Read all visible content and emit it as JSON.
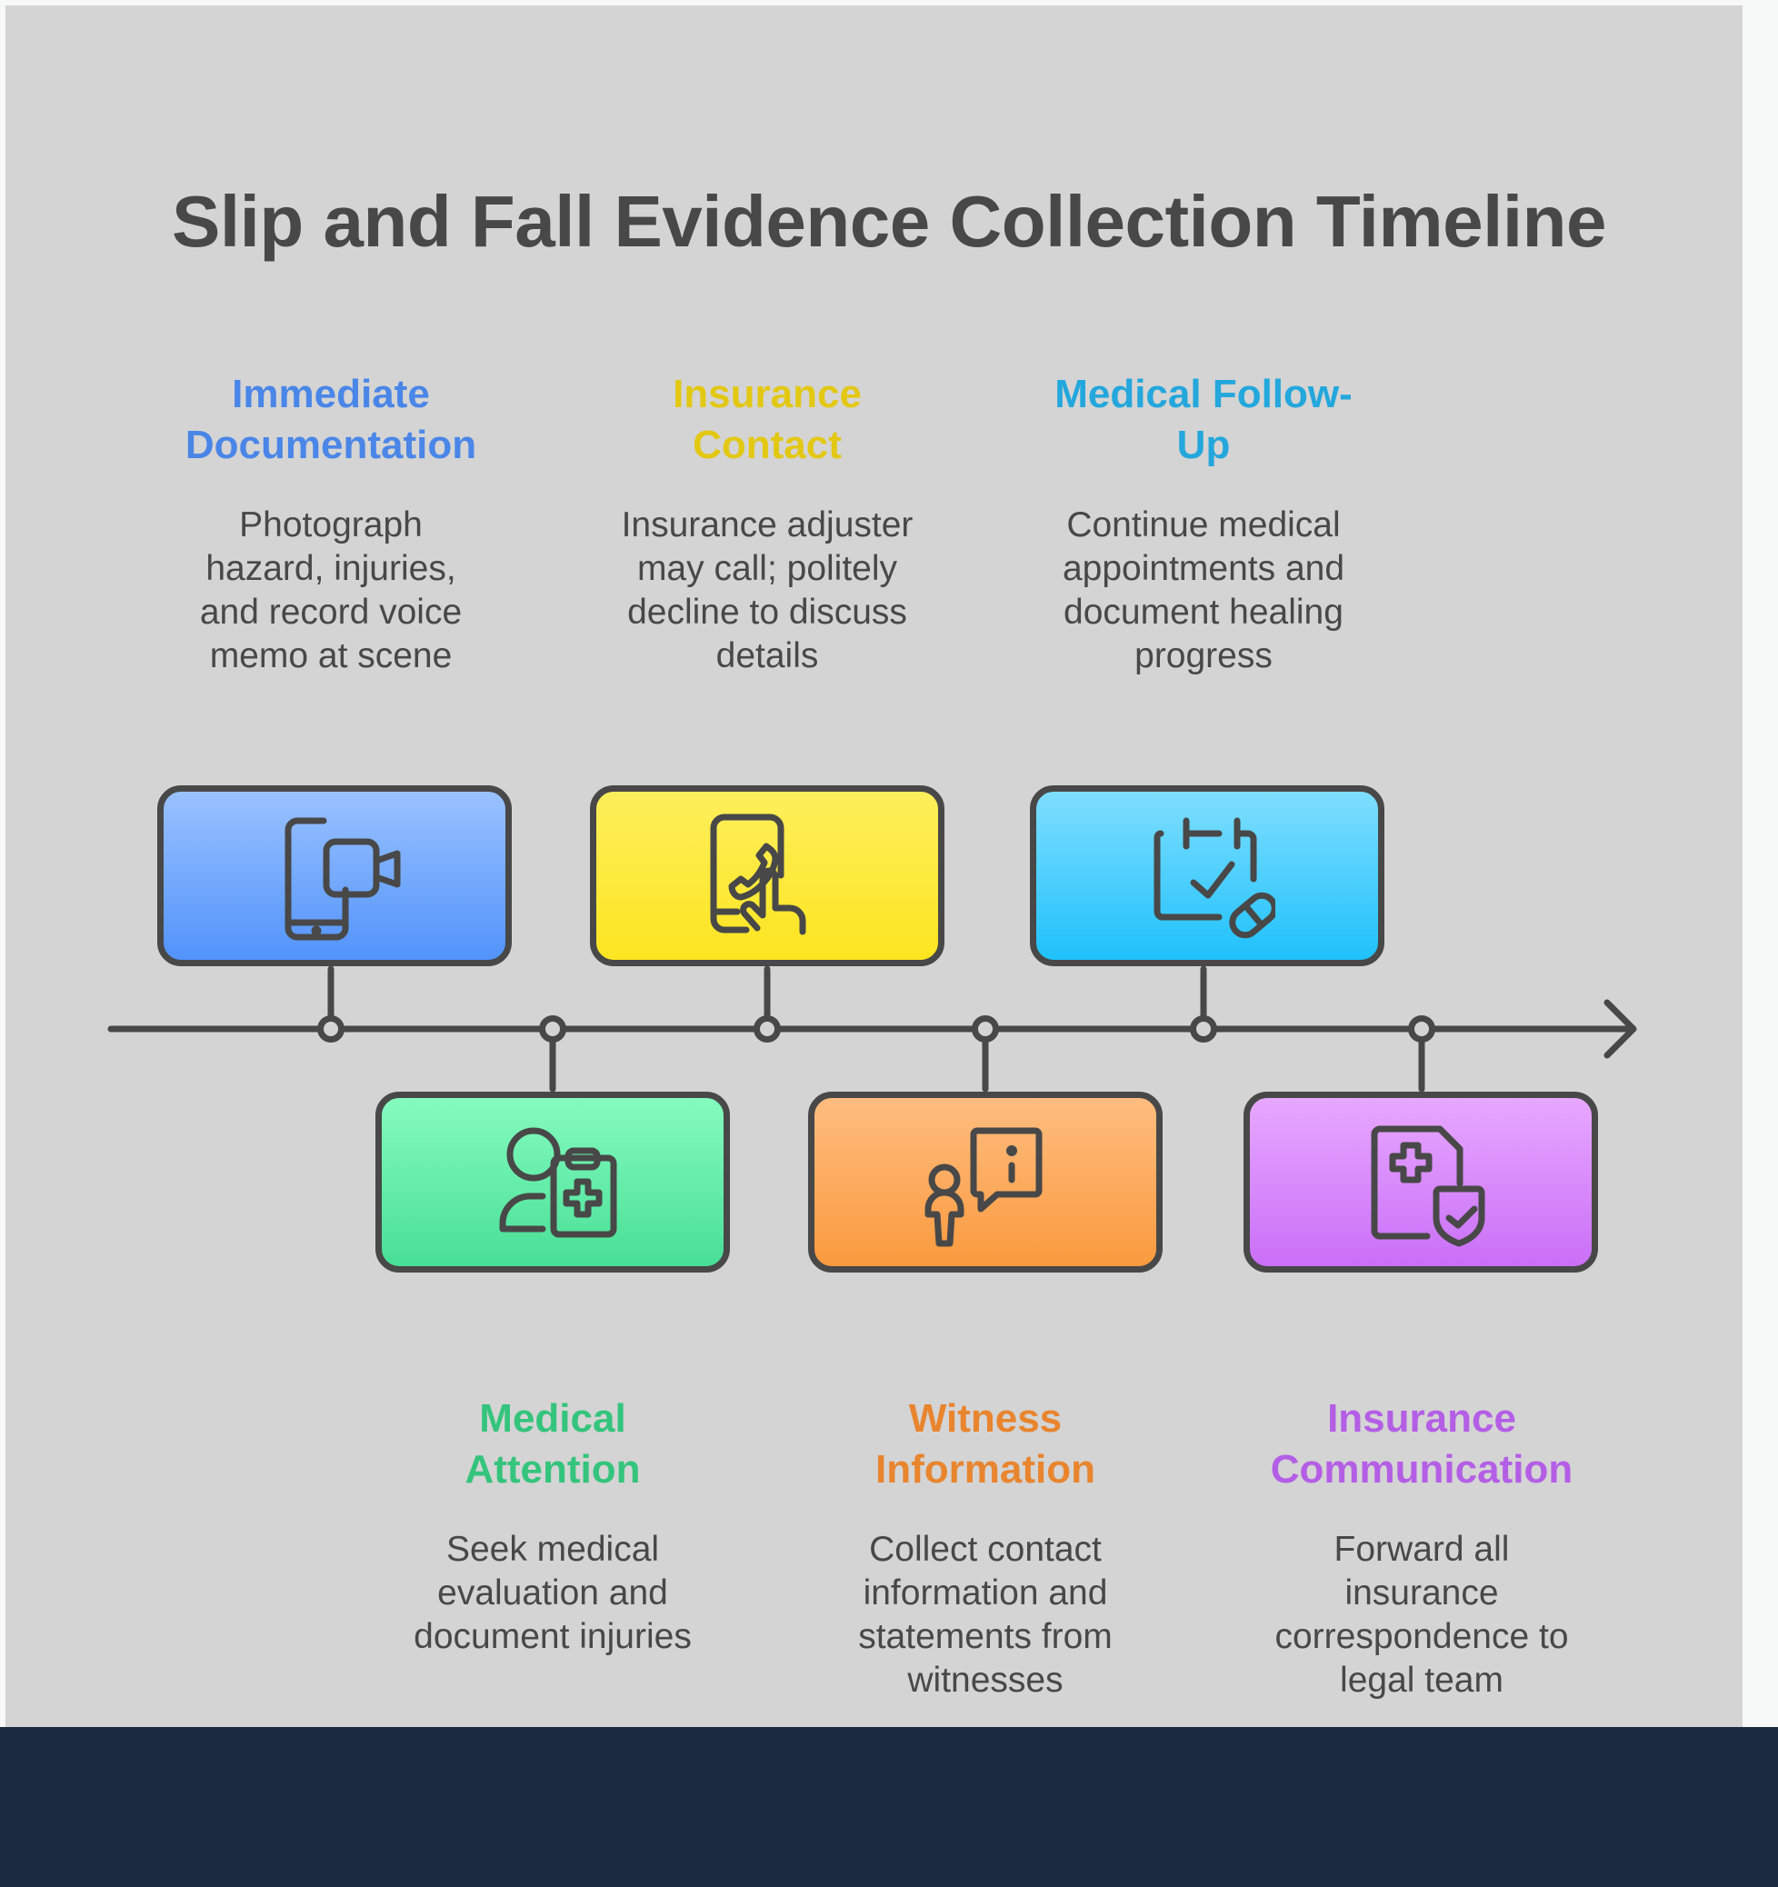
{
  "title": "Slip and Fall Evidence Collection Timeline",
  "colors": {
    "panel_bg": "#d4d4d4",
    "footer_band": "#1b2a3f",
    "stroke": "#484848",
    "title_text": "#484848",
    "body_text": "#484848"
  },
  "steps": [
    {
      "order": 1,
      "position": "above",
      "title_lines": [
        "Immediate",
        "Documentation"
      ],
      "title": "Immediate Documentation",
      "description_lines": [
        "Photograph",
        "hazard, injuries,",
        "and record voice",
        "memo at scene"
      ],
      "description": "Photograph hazard, injuries, and record voice memo at scene",
      "icon": "phone-video-icon",
      "accent": "#4a86e8",
      "box_gradient": [
        "#9ac2ff",
        "#5293fb"
      ]
    },
    {
      "order": 2,
      "position": "below",
      "title_lines": [
        "Medical",
        "Attention"
      ],
      "title": "Medical Attention",
      "description_lines": [
        "Seek medical",
        "evaluation and",
        "document injuries"
      ],
      "description": "Seek medical evaluation and document injuries",
      "icon": "patient-clipboard-icon",
      "accent": "#34c47c",
      "box_gradient": [
        "#85fbbf",
        "#48df96"
      ]
    },
    {
      "order": 3,
      "position": "above",
      "title_lines": [
        "Insurance",
        "Contact"
      ],
      "title": "Insurance Contact",
      "description_lines": [
        "Insurance adjuster",
        "may call; politely",
        "decline to discuss",
        "details"
      ],
      "description": "Insurance adjuster may call; politely decline to discuss details",
      "icon": "phone-call-tap-icon",
      "accent": "#e3c813",
      "box_gradient": [
        "#fdef5c",
        "#fde520"
      ]
    },
    {
      "order": 4,
      "position": "below",
      "title_lines": [
        "Witness",
        "Information"
      ],
      "title": "Witness Information",
      "description_lines": [
        "Collect contact",
        "information and",
        "statements from",
        "witnesses"
      ],
      "description": "Collect contact information and statements from witnesses",
      "icon": "person-info-bubble-icon",
      "accent": "#e8852e",
      "box_gradient": [
        "#ffbd80",
        "#fa9a3e"
      ]
    },
    {
      "order": 5,
      "position": "above",
      "title_lines": [
        "Medical Follow-",
        "Up"
      ],
      "title": "Medical Follow-Up",
      "description_lines": [
        "Continue medical",
        "appointments and",
        "document healing",
        "progress"
      ],
      "description": "Continue medical appointments and document healing progress",
      "icon": "calendar-check-pill-icon",
      "accent": "#23a7dc",
      "box_gradient": [
        "#7fdeff",
        "#1fc1fb"
      ]
    },
    {
      "order": 6,
      "position": "below",
      "title_lines": [
        "Insurance",
        "Communication"
      ],
      "title": "Insurance Communication",
      "description_lines": [
        "Forward all",
        "insurance",
        "correspondence to",
        "legal team"
      ],
      "description": "Forward all insurance correspondence to legal team",
      "icon": "medical-document-shield-icon",
      "accent": "#b45ee6",
      "box_gradient": [
        "#e7a8ff",
        "#ca6ff7"
      ]
    }
  ]
}
